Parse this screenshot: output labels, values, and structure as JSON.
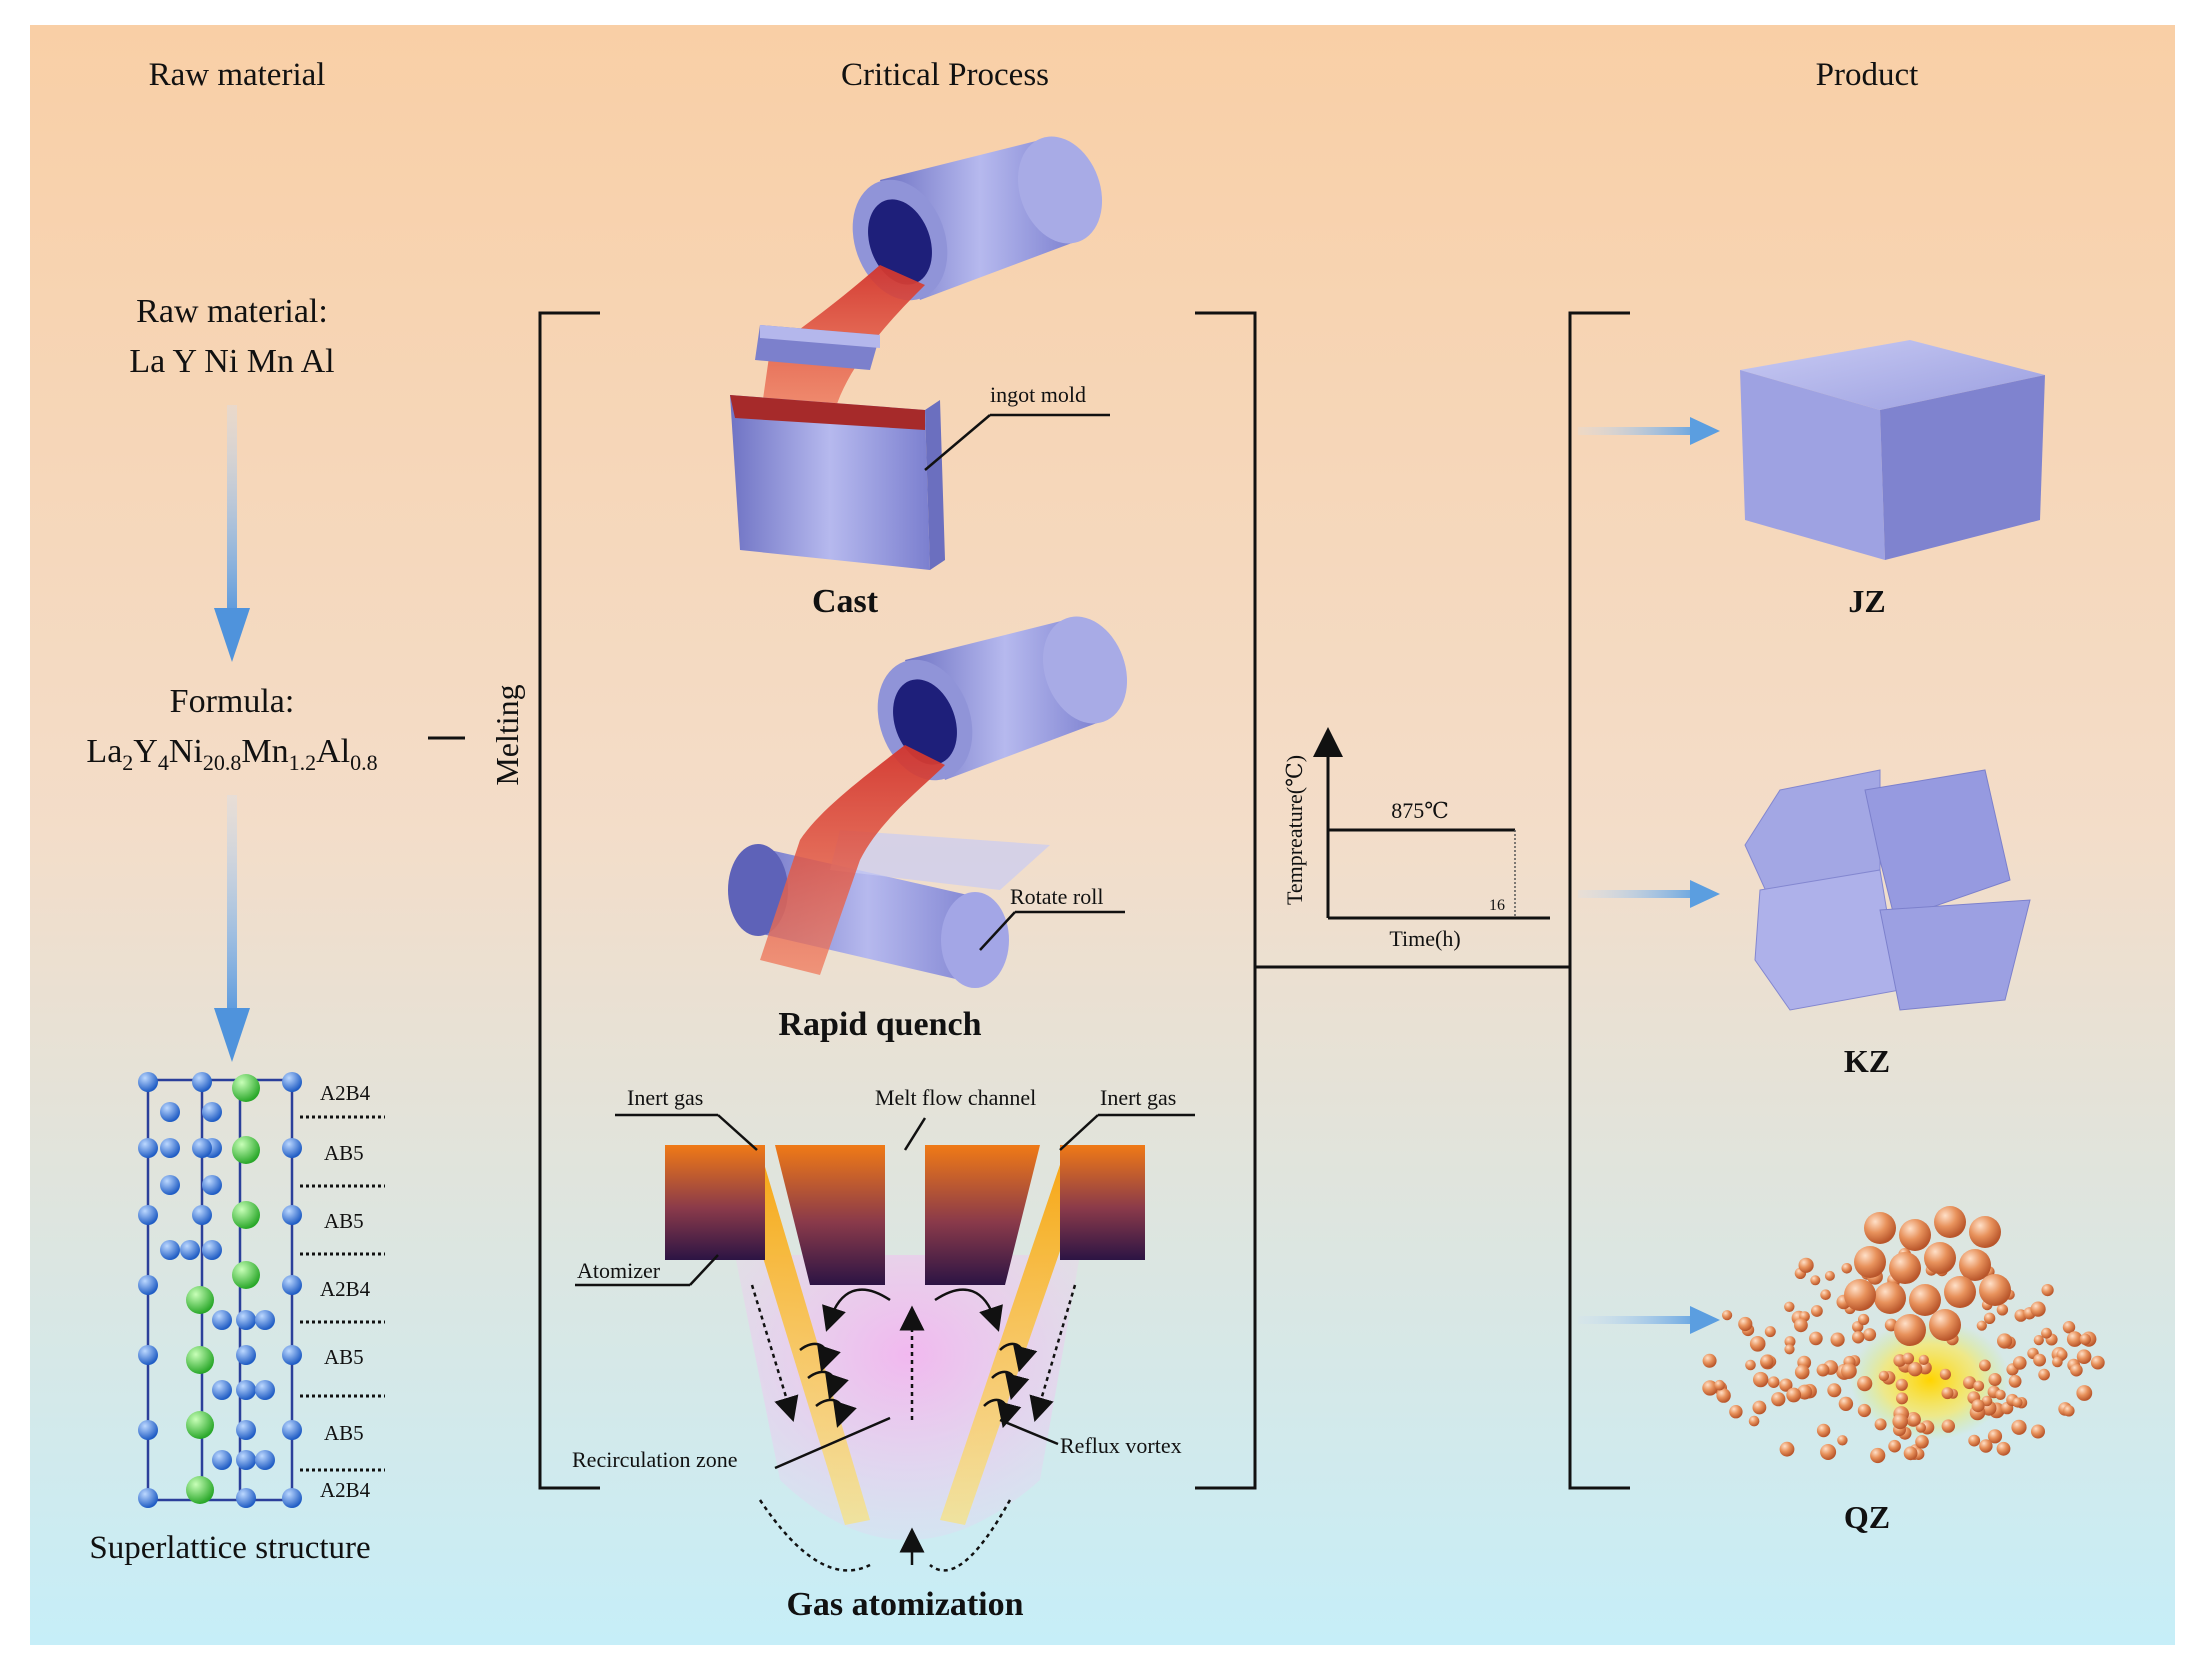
{
  "headers": {
    "raw": "Raw material",
    "process": "Critical Process",
    "product": "Product"
  },
  "raw_material": {
    "label": "Raw material:",
    "elements": "La Y Ni Mn Al",
    "formula_label": "Formula:",
    "formula_parts": [
      {
        "t": "La",
        "s": "2"
      },
      {
        "t": "Y",
        "s": "4"
      },
      {
        "t": "Ni",
        "s": "20.8"
      },
      {
        "t": "Mn",
        "s": "1.2"
      },
      {
        "t": "Al",
        "s": "0.8"
      }
    ],
    "structure_caption": "Superlattice structure",
    "layers": [
      "A2B4",
      "AB5",
      "AB5",
      "A2B4",
      "AB5",
      "AB5",
      "A2B4"
    ]
  },
  "process": {
    "melting": "Melting",
    "cast": {
      "caption": "Cast",
      "callout": "ingot mold"
    },
    "quench": {
      "caption": "Rapid quench",
      "callout": "Rotate roll"
    },
    "atomization": {
      "caption": "Gas atomization",
      "inert_gas_left": "Inert gas",
      "melt_flow": "Melt flow channel",
      "inert_gas_right": "Inert gas",
      "atomizer": "Atomizer",
      "recirculation": "Recirculation zone",
      "reflux": "Reflux vortex"
    }
  },
  "heat_treatment": {
    "ylabel": "Tempreature(℃)",
    "xlabel": "Time(h)",
    "temperature": "875℃",
    "duration": "16"
  },
  "products": {
    "jz": "JZ",
    "kz": "KZ",
    "qz": "QZ"
  },
  "colors": {
    "bg_top": "#f9cfa6",
    "bg_bottom": "#c8eef7",
    "arrow": "#6aa6e0",
    "metal": "#8d92d6",
    "melt": "#e8463a",
    "atom_blue": "#2f6fd6",
    "atom_green": "#3fbf3f"
  }
}
